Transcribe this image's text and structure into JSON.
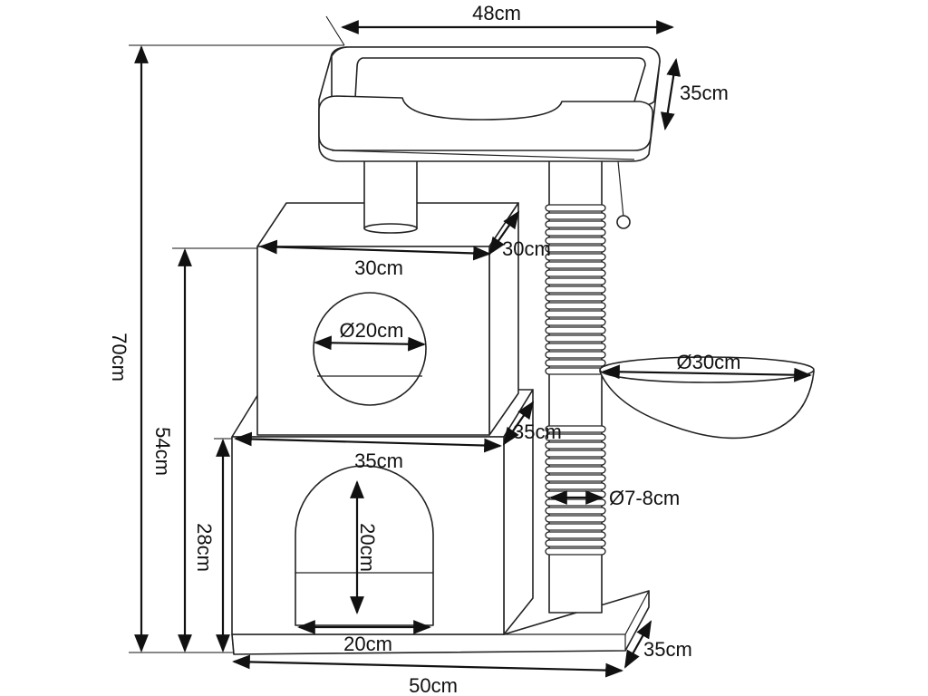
{
  "dimensions": {
    "top_width": "48cm",
    "top_depth": "35cm",
    "upper_box_width": "30cm",
    "upper_box_depth": "30cm",
    "upper_hole": "Ø20cm",
    "bowl_diameter": "Ø30cm",
    "lower_box_depth": "35cm",
    "lower_box_width": "35cm",
    "post_diameter": "Ø7-8cm",
    "door_height": "20cm",
    "door_width": "20cm",
    "total_height": "70cm",
    "upper_height": "54cm",
    "lower_height": "28cm",
    "base_width": "50cm",
    "base_depth": "35cm"
  }
}
